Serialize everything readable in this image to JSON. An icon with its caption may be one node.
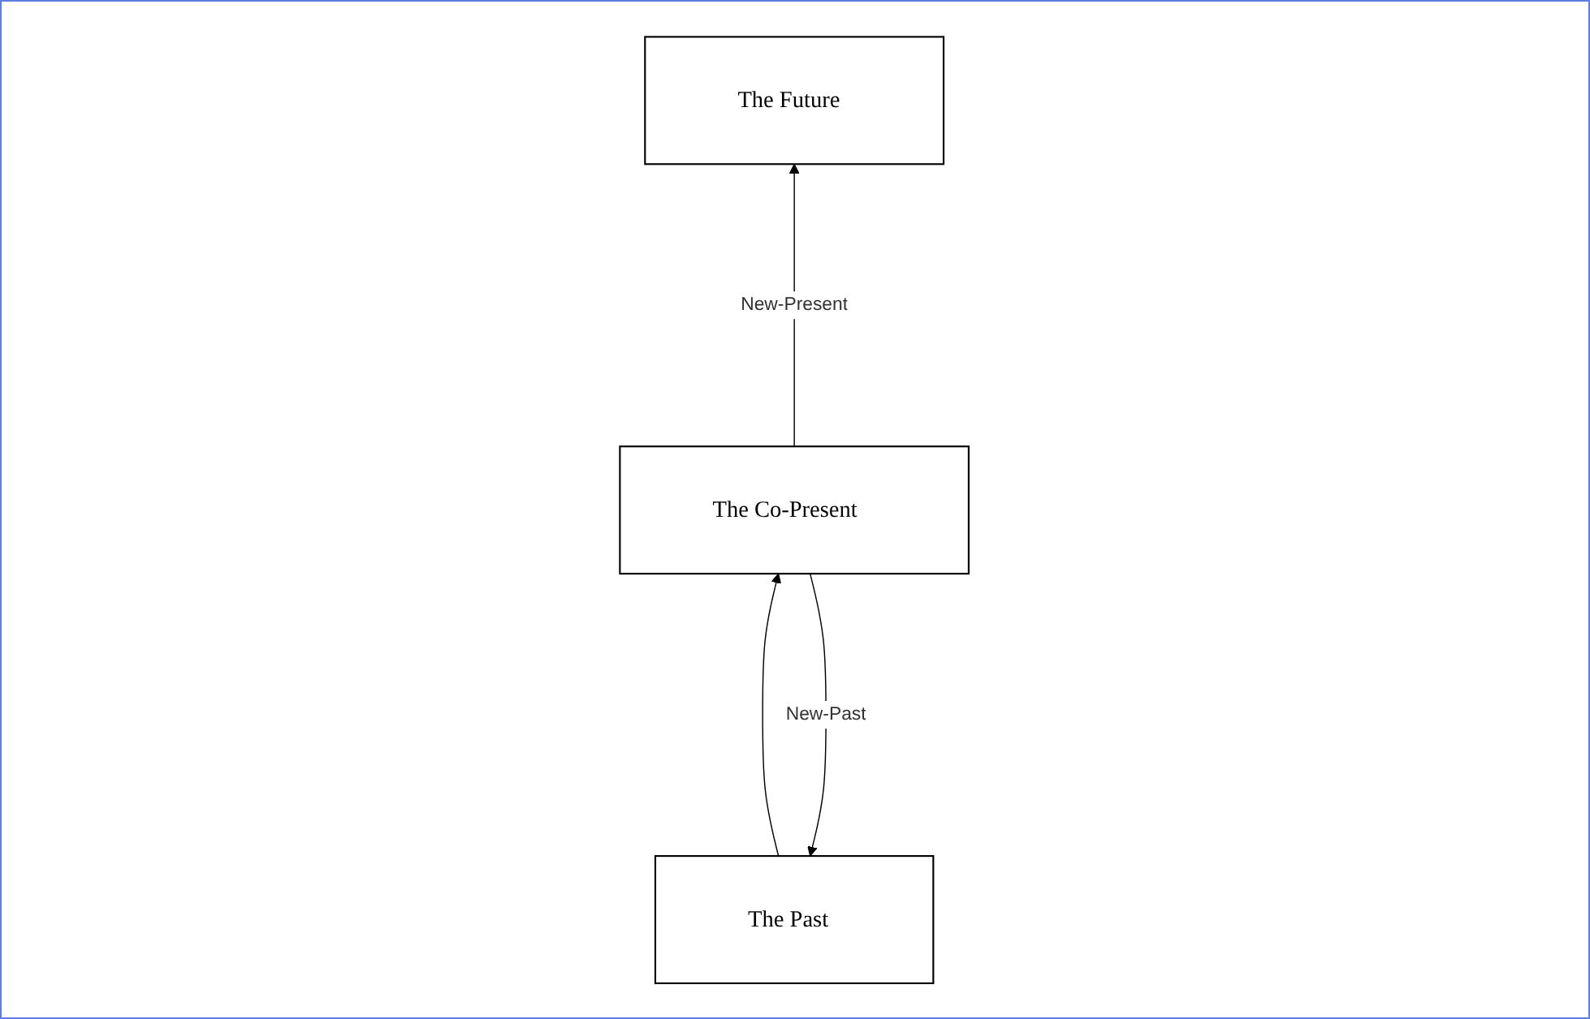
{
  "diagram": {
    "nodes": [
      {
        "text": [
          "The Past"
        ]
      },
      {
        "text": [
          "The Future"
        ]
      },
      {
        "text": [
          "The Co-Present"
        ]
      }
    ],
    "edges": [
      {
        "from": 2,
        "to": 0,
        "arrow": "to",
        "label": "New-Past"
      },
      {
        "from": 0,
        "to": 2,
        "arrow": "to"
      },
      {
        "from": 2,
        "to": 1,
        "arrow": "to",
        "label": "New-Present"
      }
    ]
  }
}
